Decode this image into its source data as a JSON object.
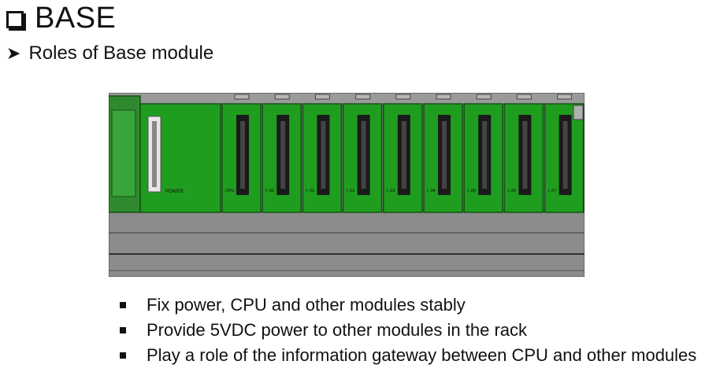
{
  "header": {
    "title": "BASE",
    "subtitle": "Roles of Base module"
  },
  "figure": {
    "power_label": "POWER",
    "cpu_label": "CPU",
    "slot_labels": [
      "I. 00",
      "I. 01",
      "I. 02",
      "I. 03",
      "I. 04",
      "I. 05",
      "I. 06",
      "I. 07"
    ]
  },
  "colors": {
    "module_green": "#1f9d1f",
    "rack_gray": "#8c8c8c",
    "connector_black": "#1a1a1a"
  },
  "bullets": [
    "Fix power, CPU and other modules stably",
    "Provide 5VDC power to other modules in the rack",
    "Play a role of the information gateway between CPU and other modules"
  ]
}
